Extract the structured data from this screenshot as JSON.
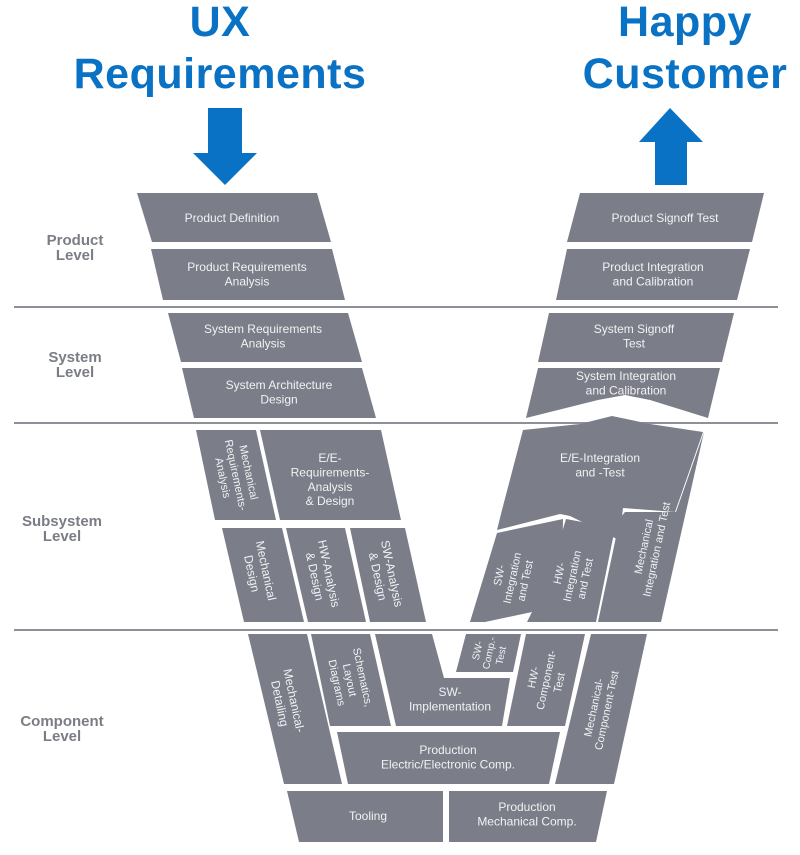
{
  "title_left": {
    "line1": "UX",
    "line2": "Requirements"
  },
  "title_right": {
    "line1": "Happy",
    "line2": "Customer"
  },
  "arrows": {
    "left": "down-arrow",
    "right": "up-arrow"
  },
  "colors": {
    "accent": "#0a72c4",
    "box": "#7b7d88",
    "box_text": "#f2f2f4",
    "divider": "#8e9099",
    "level_text": "#7b7d86"
  },
  "levels": [
    {
      "line1": "Product",
      "line2": "Level"
    },
    {
      "line1": "System",
      "line2": "Level"
    },
    {
      "line1": "Subsystem",
      "line2": "Level"
    },
    {
      "line1": "Component",
      "line2": "Level"
    }
  ],
  "boxes": {
    "product_definition": [
      "Product Definition"
    ],
    "product_requirements_analysis": [
      "Product Requirements",
      "Analysis"
    ],
    "product_signoff_test": [
      "Product Signoff Test"
    ],
    "product_integration_calibration": [
      "Product Integration",
      "and Calibration"
    ],
    "system_requirements_analysis": [
      "System Requirements",
      "Analysis"
    ],
    "system_architecture_design": [
      "System Architecture",
      "Design"
    ],
    "system_signoff_test": [
      "System Signoff",
      "Test"
    ],
    "system_integration_calibration": [
      "System Integration",
      "and Calibration"
    ],
    "mechanical_requirements_analysis": [
      "Mechanical",
      "Requirements-",
      "Analysis"
    ],
    "ee_requirements_analysis_design": [
      "E/E-",
      "Requirements-",
      "Analysis",
      "& Design"
    ],
    "mechanical_design": [
      "Mechanical",
      "Design"
    ],
    "hw_analysis_design": [
      "HW-Analysis",
      "& Design"
    ],
    "sw_analysis_design": [
      "SW-Analysis",
      "& Design"
    ],
    "ee_integration_test": [
      "E/E-Integration",
      "and -Test"
    ],
    "sw_integration_test": [
      "SW-",
      "Integration",
      "and Test"
    ],
    "hw_integration_test": [
      "HW-",
      "Integration",
      "and Test"
    ],
    "mechanical_integration_test": [
      "Mechanical",
      "Integration and Test"
    ],
    "mechanical_detailing": [
      "Mechanical-",
      "Detailing"
    ],
    "schematics_layout_diagrams": [
      "Schematics,",
      "Layout",
      "Diagrams"
    ],
    "sw_implementation": [
      "SW-",
      "Implementation"
    ],
    "sw_comp_test": [
      "SW-",
      "Comp.-",
      "Test"
    ],
    "hw_component_test": [
      "HW-",
      "Component-",
      "Test"
    ],
    "mechanical_component_test": [
      "Mechanical-",
      "Component-Test"
    ],
    "production_ee_comp": [
      "Production",
      "Electric/Electronic Comp."
    ],
    "tooling": [
      "Tooling"
    ],
    "production_mechanical_comp": [
      "Production",
      "Mechanical Comp."
    ]
  }
}
